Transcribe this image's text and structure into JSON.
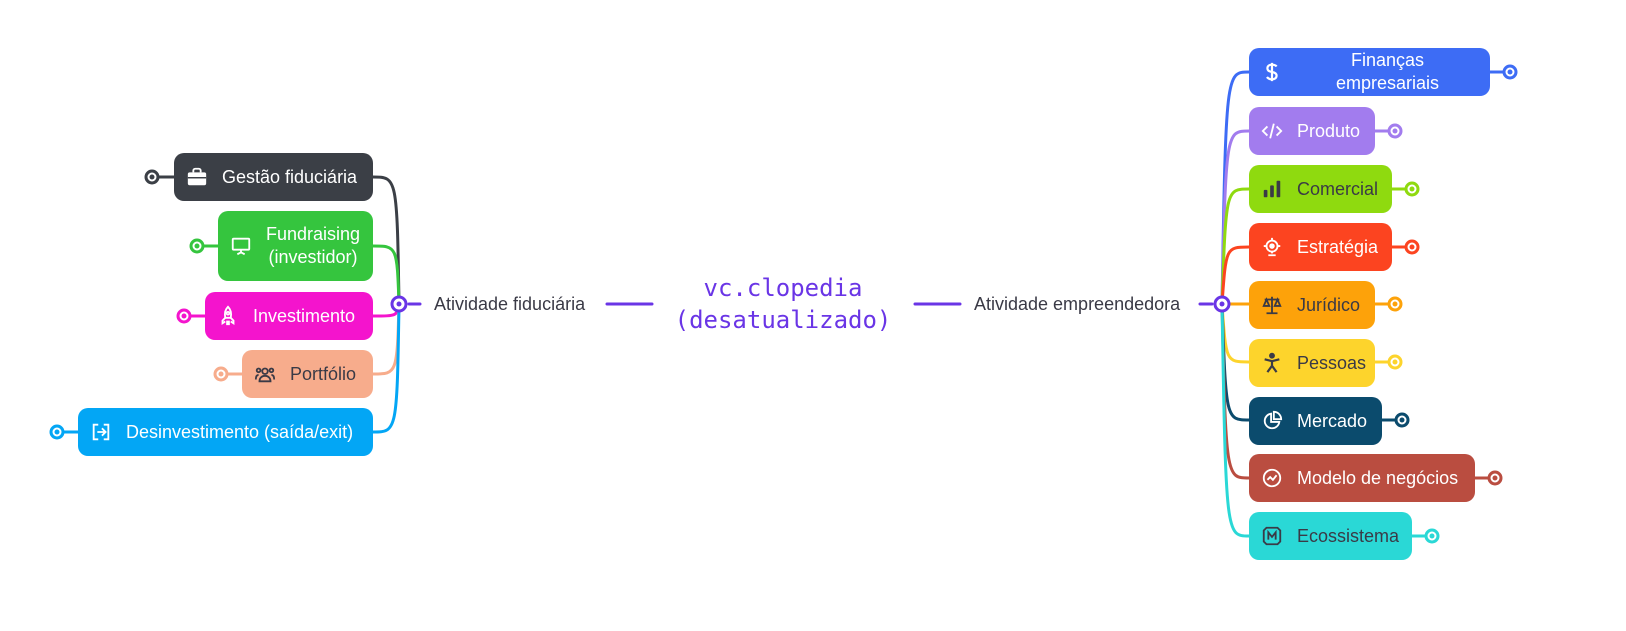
{
  "root": {
    "label": "vc.clopedia\n(desatualizado)",
    "color": "#6a35e6"
  },
  "branches": {
    "left": {
      "label": "Atividade fiduciária"
    },
    "right": {
      "label": "Atividade empreendedora"
    }
  },
  "left_nodes": [
    {
      "label": "Gestão fiduciária",
      "icon": "briefcase-icon",
      "bg": "#3b3f46",
      "fg": "#ffffff"
    },
    {
      "label": "Fundraising\n(investidor)",
      "icon": "presentation-icon",
      "bg": "#35c53e",
      "fg": "#ffffff"
    },
    {
      "label": "Investimento",
      "icon": "rocket-icon",
      "bg": "#f414cd",
      "fg": "#ffffff"
    },
    {
      "label": "Portfólio",
      "icon": "users-icon",
      "bg": "#f7ac8c",
      "fg": "#3a3a46"
    },
    {
      "label": "Desinvestimento (saída/exit)",
      "icon": "exit-icon",
      "bg": "#03a6f5",
      "fg": "#ffffff"
    }
  ],
  "right_nodes": [
    {
      "label": "Finanças empresariais",
      "icon": "dollar-icon",
      "bg": "#3d6cf5",
      "fg": "#ffffff"
    },
    {
      "label": "Produto",
      "icon": "code-icon",
      "bg": "#a27cee",
      "fg": "#ffffff"
    },
    {
      "label": "Comercial",
      "icon": "bar-chart-icon",
      "bg": "#8fda0f",
      "fg": "#3a3a46"
    },
    {
      "label": "Estratégia",
      "icon": "target-gear-icon",
      "bg": "#fc4420",
      "fg": "#ffffff"
    },
    {
      "label": "Jurídico",
      "icon": "scales-icon",
      "bg": "#fda20a",
      "fg": "#3a3a46"
    },
    {
      "label": "Pessoas",
      "icon": "person-icon",
      "bg": "#fdd42c",
      "fg": "#3a3a46"
    },
    {
      "label": "Mercado",
      "icon": "pie-chart-icon",
      "bg": "#0b4b6d",
      "fg": "#ffffff"
    },
    {
      "label": "Modelo de negócios",
      "icon": "trend-icon",
      "bg": "#ba4d40",
      "fg": "#ffffff"
    },
    {
      "label": "Ecossistema",
      "icon": "badge-m-icon",
      "bg": "#2ad8d6",
      "fg": "#3a3a46"
    }
  ]
}
